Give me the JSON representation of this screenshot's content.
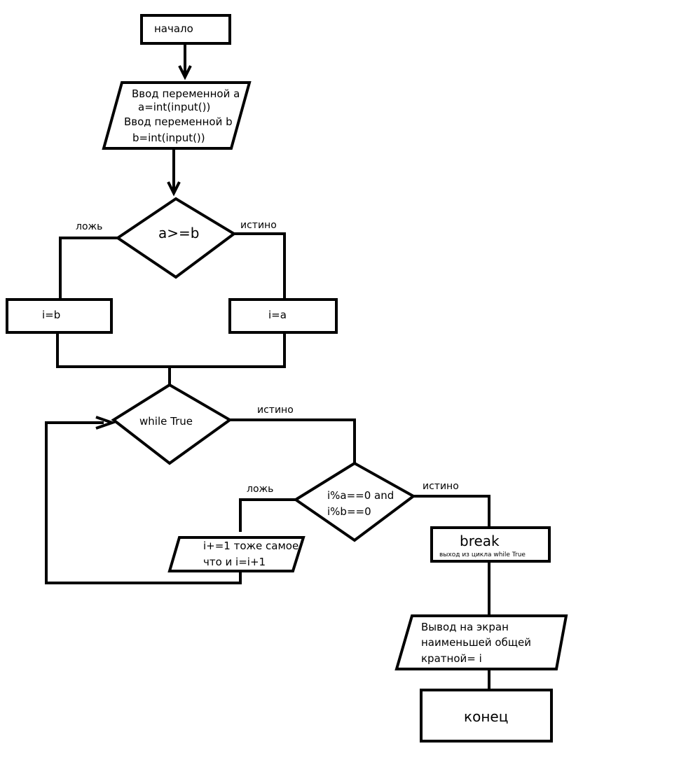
{
  "start": {
    "label": "начало"
  },
  "input_block": {
    "line1": "Ввод переменной a",
    "line2": "a=int(input())",
    "line3": "Ввод переменной b",
    "line4": "b=int(input())"
  },
  "condition_ab": {
    "label": "a>=b",
    "false_label": "ложь",
    "true_label": "истино"
  },
  "assign_b": {
    "label": "i=b"
  },
  "assign_a": {
    "label": "i=a"
  },
  "loop": {
    "label": "while True",
    "true_label": "истино"
  },
  "condition_mod": {
    "line1": "i%a==0 and",
    "line2": "i%b==0",
    "false_label": "ложь",
    "true_label": "истино"
  },
  "increment_block": {
    "line1": "i+=1 тоже самое",
    "line2": "что и i=i+1"
  },
  "break_block": {
    "label": "break",
    "note": "выход из цикла while True"
  },
  "output_block": {
    "line1": "Вывод на экран",
    "line2": "наименьшей общей",
    "line3": "кратной=  i"
  },
  "end": {
    "label": "конец"
  }
}
